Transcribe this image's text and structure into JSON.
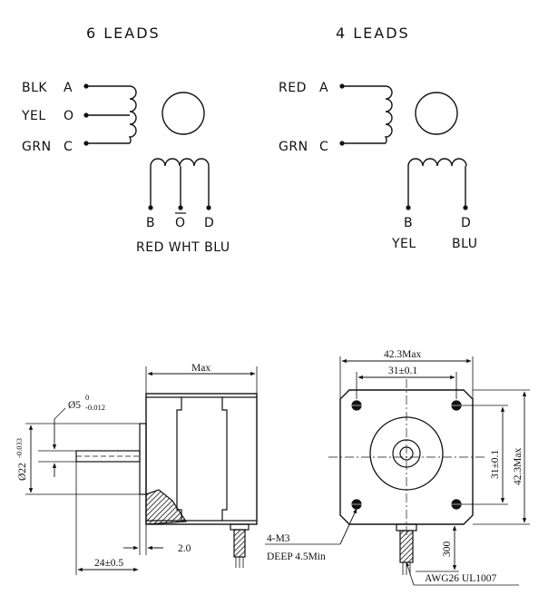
{
  "wiring_6_leads": {
    "title": "6 LEADS",
    "wire_left": [
      "BLK",
      "YEL",
      "GRN"
    ],
    "pin_left": [
      "A",
      "O",
      "C"
    ],
    "pin_bottom": [
      "B",
      "O",
      "D"
    ],
    "colors_bottom": "RED WHT BLU"
  },
  "wiring_4_leads": {
    "title": "4 LEADS",
    "wire_left": [
      "RED",
      "GRN"
    ],
    "pin_left": [
      "A",
      "C"
    ],
    "pin_bottom": [
      "B",
      "D"
    ],
    "colors_bottom": [
      "YEL",
      "BLU"
    ]
  },
  "side_view": {
    "length_label": "Max",
    "shaft_dia_label": "Ø5",
    "shaft_tol_upper": "0",
    "shaft_tol_lower": "-0.012",
    "boss_dia_label": "Ø22",
    "boss_tol": "-0.033",
    "boss_height_label": "2.0",
    "shaft_length_label": "24±0.5"
  },
  "front_view": {
    "width_label": "42.3Max",
    "hole_spacing_label": "31±0.1",
    "height_label": "42.3Max",
    "hole_spacing_vert_label": "31±0.1",
    "screw_label_1": "4-M3",
    "screw_label_2": "DEEP 4.5Min",
    "lead_length_label": "300",
    "wire_spec_label": "AWG26 UL1007"
  }
}
